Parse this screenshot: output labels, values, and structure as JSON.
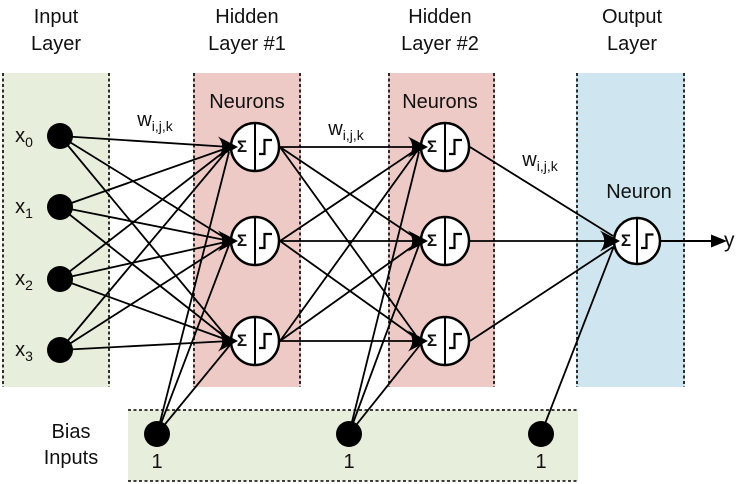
{
  "layers": {
    "input": {
      "line1": "Input",
      "line2": "Layer"
    },
    "hidden1": {
      "line1": "Hidden",
      "line2": "Layer #1",
      "sublabel": "Neurons"
    },
    "hidden2": {
      "line1": "Hidden",
      "line2": "Layer #2",
      "sublabel": "Neurons"
    },
    "output": {
      "line1": "Output",
      "line2": "Layer",
      "sublabel": "Neuron"
    }
  },
  "colors": {
    "input_band": "#e7eedb",
    "hidden_band": "#eecac6",
    "output_band": "#cfe6f0",
    "bias_band": "#e7eedb",
    "line": "#000000"
  },
  "inputs": [
    {
      "base": "x",
      "sub": "0"
    },
    {
      "base": "x",
      "sub": "1"
    },
    {
      "base": "x",
      "sub": "2"
    },
    {
      "base": "x",
      "sub": "3"
    }
  ],
  "weights": [
    {
      "base": "w",
      "sub": "i,j,k"
    },
    {
      "base": "w",
      "sub": "i,j,k"
    },
    {
      "base": "w",
      "sub": "i,j,k"
    }
  ],
  "neuron": {
    "sum_glyph": "Σ"
  },
  "bias": {
    "line1": "Bias",
    "line2": "Inputs",
    "values": [
      "1",
      "1",
      "1"
    ]
  },
  "output": {
    "label": "y"
  }
}
